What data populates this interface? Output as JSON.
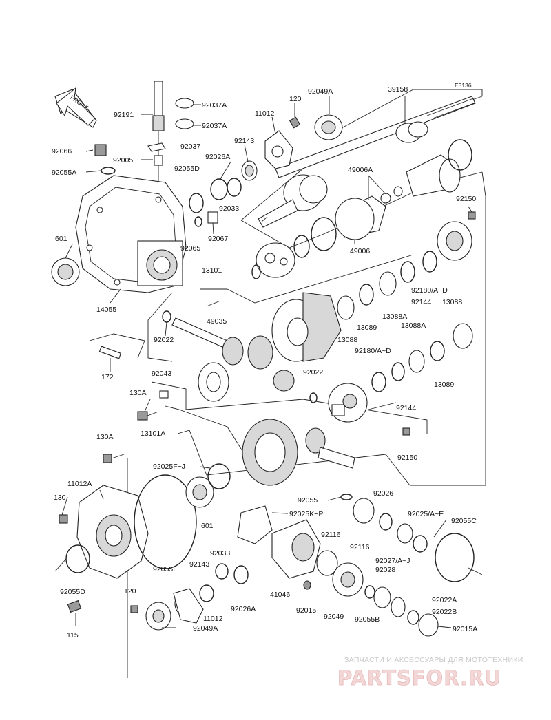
{
  "diagram_code": "E3136",
  "front_label": "FRONT",
  "watermark": {
    "tagline": "ЗАПЧАСТИ И АКСЕССУАРЫ ДЛЯ МОТОТЕХНИКИ",
    "logo": "PARTSFOR.RU"
  },
  "labels": {
    "p39158": "39158",
    "p92049A_top": "92049A",
    "p120_top": "120",
    "p11012_top": "11012",
    "p92143_top": "92143",
    "p92191": "92191",
    "p92037A_1": "92037A",
    "p92037A_2": "92037A",
    "p92037": "92037",
    "p92026A_top": "92026A",
    "p92055D_top": "92055D",
    "p92033_top": "92033",
    "p92066": "92066",
    "p92005": "92005",
    "p92055A": "92055A",
    "p49006A": "49006A",
    "p49006": "49006",
    "p92150_top": "92150",
    "p92067": "92067",
    "p92065": "92065",
    "p601_top": "601",
    "p14055": "14055",
    "p13101": "13101",
    "p49035": "49035",
    "p92180_1": "92180/A~D",
    "p92144_1": "92144",
    "p13088_r": "13088",
    "p13089_1": "13089",
    "p13088A_1": "13088A",
    "p13088A_2": "13088A",
    "p13088_l": "13088",
    "p92022_l": "92022",
    "p172": "172",
    "p92180_2": "92180/A~D",
    "p92043": "92043",
    "p92022_m": "92022",
    "p13089_2": "13089",
    "p130A_1": "130A",
    "p92144_2": "92144",
    "p13101A": "13101A",
    "p92150_bot": "92150",
    "p130A_2": "130A",
    "p92025FJ": "92025F~J",
    "p11012A": "11012A",
    "p92055_m": "92055",
    "p92026_b": "92026",
    "p130_b": "130",
    "p92025KP": "92025K~P",
    "p92025AE": "92025/A~E",
    "p92116_1": "92116",
    "p92116_2": "92116",
    "p92055C": "92055C",
    "p601_bot": "601",
    "p92033_bot": "92033",
    "p92143_bot": "92143",
    "p92055E": "92055E",
    "p92027": "92027/A~J",
    "p92028": "92028",
    "p92055D_bot": "92055D",
    "p41046": "41046",
    "p120_bot": "120",
    "p92026A_bot": "92026A",
    "p92015": "92015",
    "p92049": "92049",
    "p92055B": "92055B",
    "p92022A": "92022A",
    "p92022B": "92022B",
    "p11012_bot": "11012",
    "p115": "115",
    "p92049A_bot": "92049A",
    "p92015A": "92015A"
  }
}
